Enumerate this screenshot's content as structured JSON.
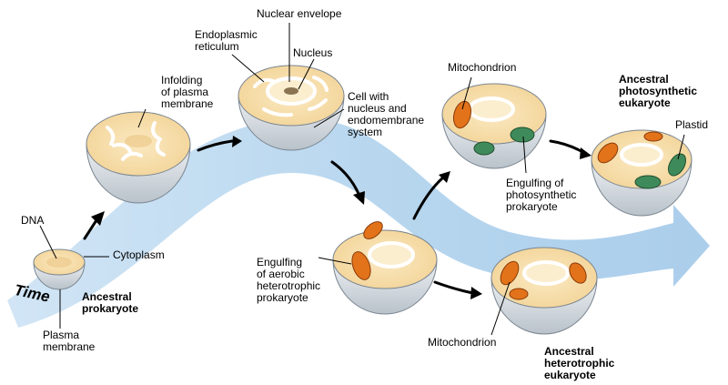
{
  "colors": {
    "band": "#a9cdea",
    "band_light": "#dcecf8",
    "cytoplasm": "#f8e0a8",
    "cell_shell": "#d7dde2",
    "mitochondrion": "#e2731a",
    "plastid": "#3f8a5a",
    "nucleus": "#fbeecf"
  },
  "labels": {
    "time": "Time",
    "dna": "DNA",
    "cytoplasm": "Cytoplasm",
    "plasma_membrane": "Plasma\nmembrane",
    "ancestral_prokaryote": "Ancestral\nprokaryote",
    "infolding": "Infolding\nof plasma\nmembrane",
    "nuclear_envelope": "Nuclear envelope",
    "endoplasmic_reticulum": "Endoplasmic\nreticulum",
    "nucleus": "Nucleus",
    "cell_with_nucleus": "Cell with\nnucleus and\nendomembrane\nsystem",
    "engulfing_aerobic": "Engulfing\nof aerobic\nheterotrophic\nprokaryote",
    "mitochondrion_top": "Mitochondrion",
    "engulfing_photosynthetic": "Engulfing of\nphotosynthetic\nprokaryote",
    "ancestral_photosynthetic": "Ancestral\nphotosynthetic\neukaryote",
    "plastid": "Plastid",
    "mitochondrion_bottom": "Mitochondrion",
    "ancestral_heterotrophic": "Ancestral\nheterotrophic\neukaryote"
  }
}
